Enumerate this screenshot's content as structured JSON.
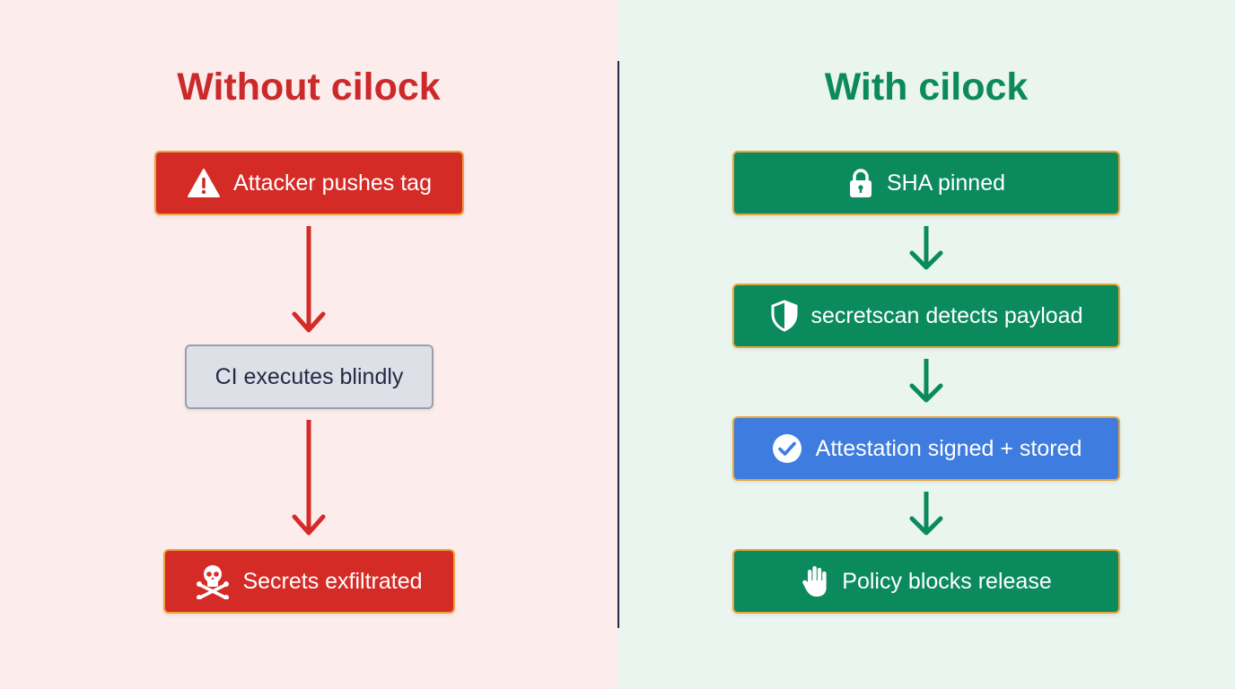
{
  "left": {
    "title": "Without cilock",
    "steps": [
      {
        "label": "Attacker pushes tag",
        "icon": "warning-icon"
      },
      {
        "label": "CI executes blindly",
        "icon": ""
      },
      {
        "label": "Secrets exfiltrated",
        "icon": "skull-crossbones-icon"
      }
    ]
  },
  "right": {
    "title": "With cilock",
    "steps": [
      {
        "label": "SHA pinned",
        "icon": "lock-icon"
      },
      {
        "label": "secretscan detects payload",
        "icon": "shield-icon"
      },
      {
        "label": "Attestation signed + stored",
        "icon": "check-circle-icon"
      },
      {
        "label": "Policy blocks release",
        "icon": "hand-stop-icon"
      }
    ]
  },
  "colors": {
    "danger": "#d42b27",
    "neutral": "#dde0e6",
    "success": "#0b8a5e",
    "info": "#3e7ce0",
    "left_background": "#fcecec",
    "right_background": "#eaf5f0",
    "divider": "#1f2a44"
  }
}
